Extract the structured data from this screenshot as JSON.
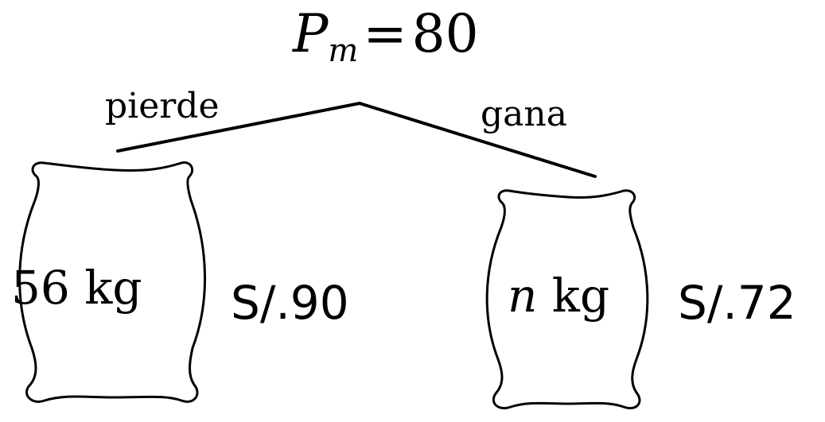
{
  "title": {
    "var": "P",
    "sub": "m",
    "eq": "=",
    "value": "80"
  },
  "branches": {
    "left": "pierde",
    "right": "gana"
  },
  "sacks": [
    {
      "qty": "56",
      "var": "",
      "unit": "kg",
      "price": "S/.90"
    },
    {
      "qty": "",
      "var": "n",
      "unit": "kg",
      "price": "S/.72"
    }
  ]
}
